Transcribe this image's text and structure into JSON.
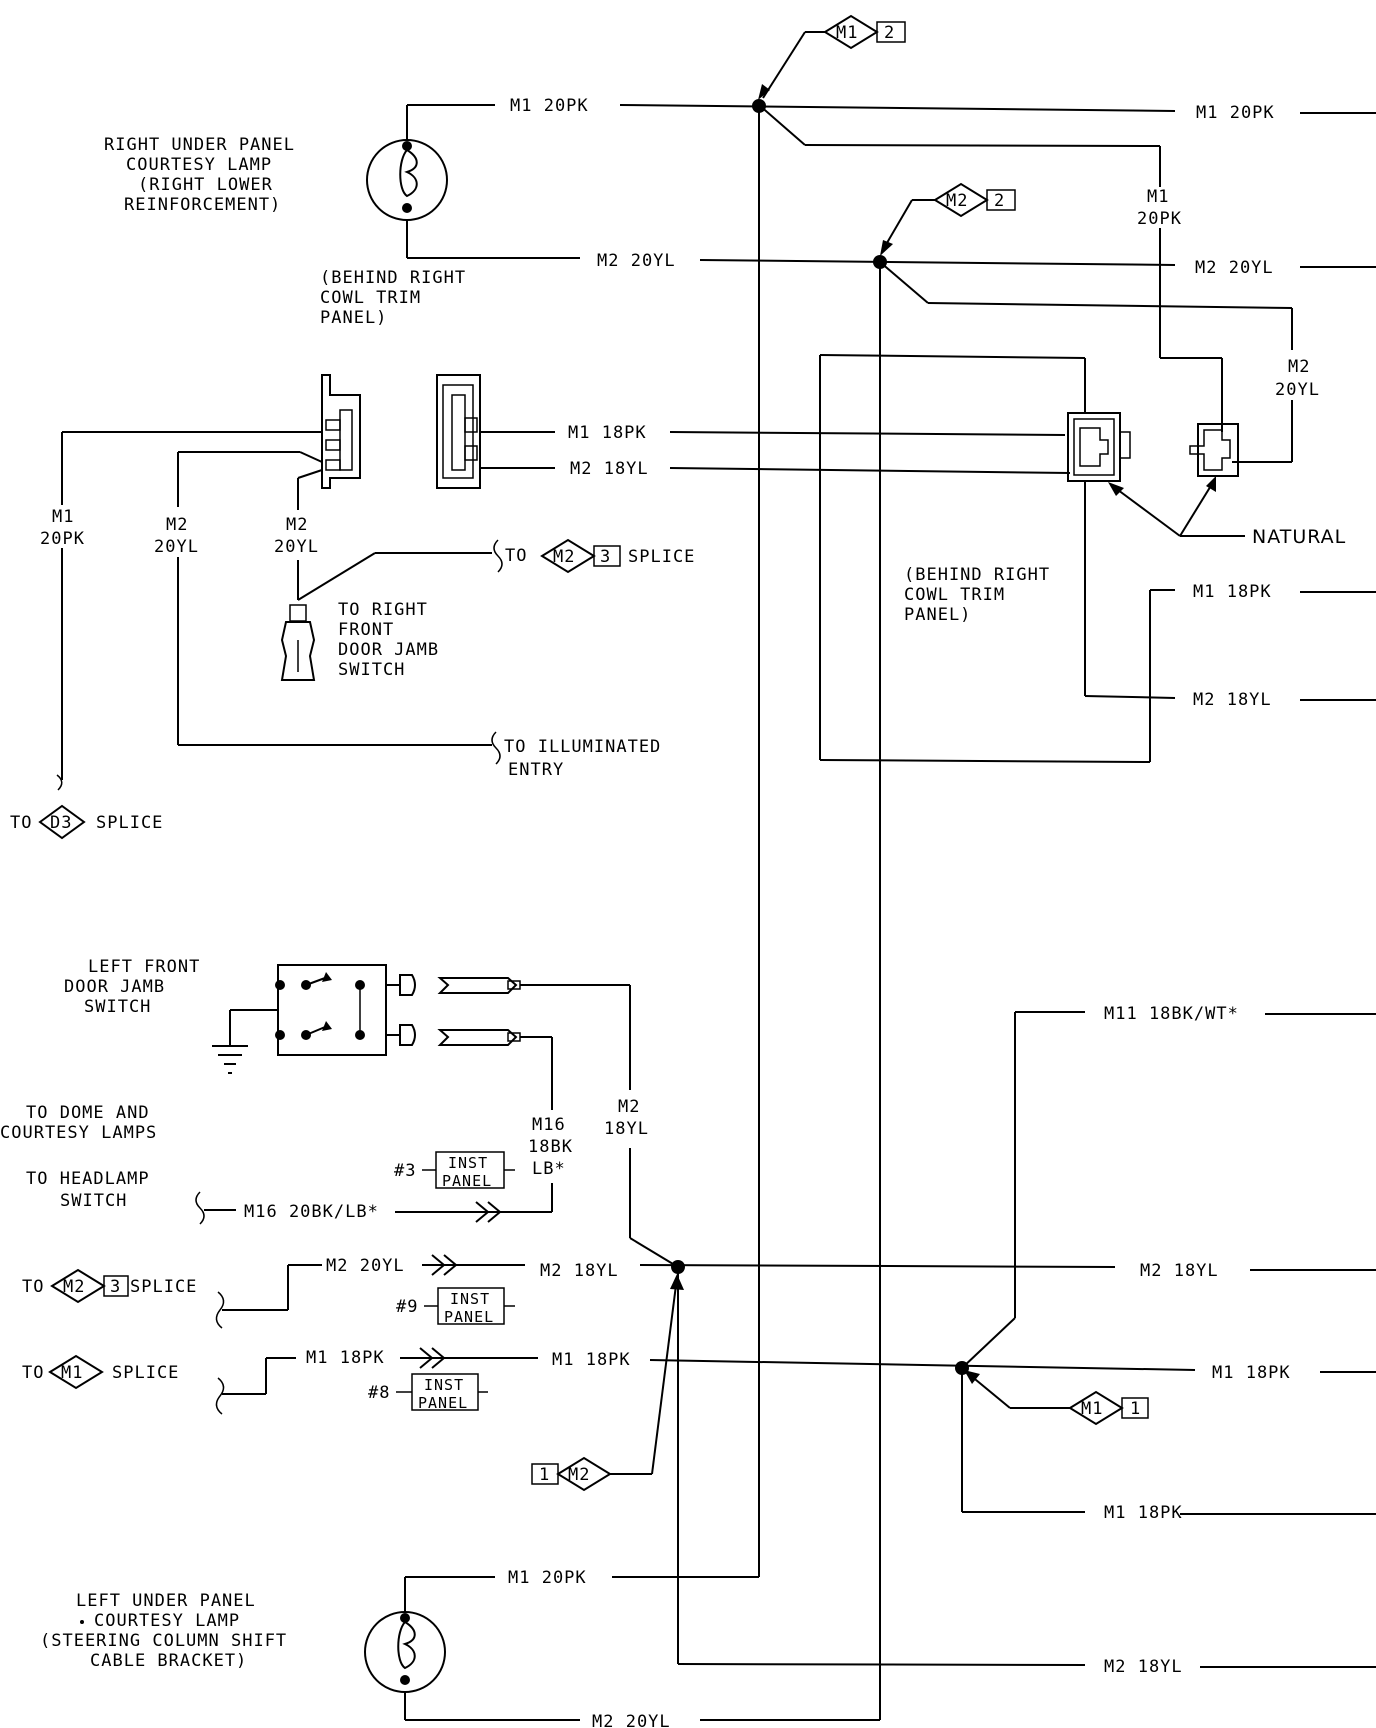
{
  "labels": {
    "right_lamp_l1": "RIGHT UNDER PANEL",
    "right_lamp_l2": "COURTESY LAMP",
    "right_lamp_l3": "(RIGHT LOWER",
    "right_lamp_l4": "REINFORCEMENT)",
    "behind_right_1_l1": "(BEHIND RIGHT",
    "behind_right_1_l2": "COWL TRIM",
    "behind_right_1_l3": "PANEL)",
    "behind_right_2_l1": "(BEHIND RIGHT",
    "behind_right_2_l2": "COWL TRIM",
    "behind_right_2_l3": "PANEL)",
    "natural": "NATURAL",
    "to_right_door_l1": "TO RIGHT",
    "to_right_door_l2": "FRONT",
    "to_right_door_l3": "DOOR JAMB",
    "to_right_door_l4": "SWITCH",
    "to_text": "TO",
    "splice_text": "SPLICE",
    "to_illum_l1": "TO ILLUMINATED",
    "to_illum_l2": "ENTRY",
    "left_door_l1": "LEFT FRONT",
    "left_door_l2": "DOOR JAMB",
    "left_door_l3": "SWITCH",
    "to_dome_l1": "TO DOME AND",
    "to_dome_l2": "COURTESY LAMPS",
    "to_headlamp_l1": "TO HEADLAMP",
    "to_headlamp_l2": "SWITCH",
    "left_lamp_l1": "LEFT UNDER PANEL",
    "left_lamp_l2": "COURTESY LAMP",
    "left_lamp_l3": "(STEERING COLUMN SHIFT",
    "left_lamp_l4": "CABLE BRACKET)",
    "inst_l1": "INST",
    "inst_l2": "PANEL"
  },
  "wires": {
    "m1_20pk": "M1 20PK",
    "m2_20yl": "M2 20YL",
    "m1_18pk": "M1 18PK",
    "m2_18yl": "M2 18YL",
    "m1": "M1",
    "m2": "M2",
    "m16": "M16",
    "20pk": "20PK",
    "20yl": "20YL",
    "18yl": "18YL",
    "18bk": "18BK",
    "lb": "LB*",
    "m11": "M11 18BK/WT*",
    "m16_20bk": "M16 20BK/LB*"
  },
  "splices": {
    "m1": "M1",
    "m2": "M2",
    "d3": "D3",
    "n1": "1",
    "n2": "2",
    "n3": "3"
  },
  "inst_refs": {
    "c3": "#3",
    "c9": "#9",
    "c8": "#8"
  }
}
